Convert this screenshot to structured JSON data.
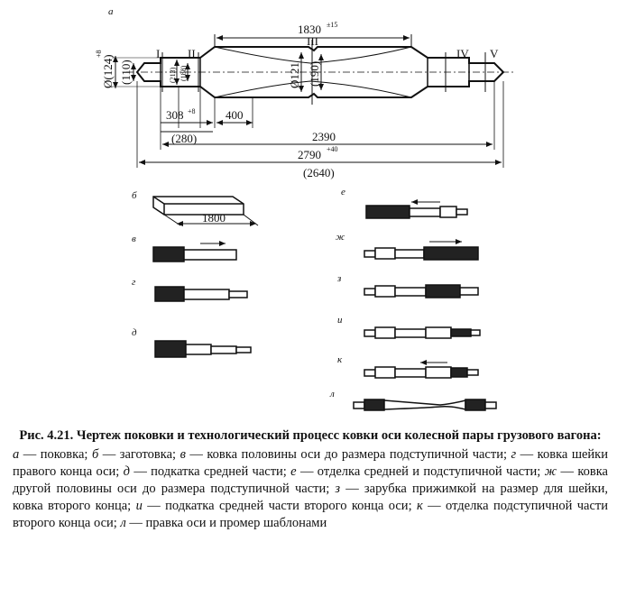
{
  "figure": {
    "panel_label_a": "а",
    "sections": {
      "s1": "I",
      "s2": "II",
      "s3": "III",
      "s4": "IV",
      "s5": "V"
    },
    "dims": {
      "total_top": "1830",
      "total_top_tol": "±15",
      "d_end": "Ø(124)",
      "d_end_tol": "+8",
      "d_small": "(110)",
      "d_wheel_seat": "(213)",
      "d_wheel_seat2": "(188)",
      "d_mid": "Ø121",
      "d_mid2": "(190)",
      "len_308": "308",
      "len_308_tol": "+8",
      "len_280": "(280)",
      "len_400": "400",
      "len_2390": "2390",
      "len_2790": "2790",
      "len_2790_tol": "+40",
      "len_2640": "(2640)",
      "len_1800": "1800"
    },
    "step_labels": {
      "b": "б",
      "v": "в",
      "g": "г",
      "d": "д",
      "e": "е",
      "zh": "ж",
      "z": "з",
      "i": "и",
      "k": "к",
      "l": "л"
    }
  },
  "caption": {
    "title": "Рис. 4.21. Чертеж поковки и технологический процесс ковки оси колесной пары грузового вагона:",
    "legend": [
      {
        "letter": "а",
        "text": " — поковка; "
      },
      {
        "letter": "б",
        "text": " — заготовка; "
      },
      {
        "letter": "в",
        "text": " — ковка половины оси до размера подступичной части; "
      },
      {
        "letter": "г",
        "text": " — ковка шейки правого конца оси; "
      },
      {
        "letter": "д",
        "text": " — подкатка средней части; "
      },
      {
        "letter": "е",
        "text": " — отделка средней и подступичной части; "
      },
      {
        "letter": "ж",
        "text": " — ковка другой половины оси до размера подступичной части; "
      },
      {
        "letter": "з",
        "text": " — зарубка прижимкой на размер для шейки, ковка второго конца; "
      },
      {
        "letter": "и",
        "text": " — подкатка средней части второго конца оси; "
      },
      {
        "letter": "к",
        "text": " — отделка подступичной части второго конца оси; "
      },
      {
        "letter": "л",
        "text": " — правка оси и промер шаблонами"
      }
    ]
  }
}
